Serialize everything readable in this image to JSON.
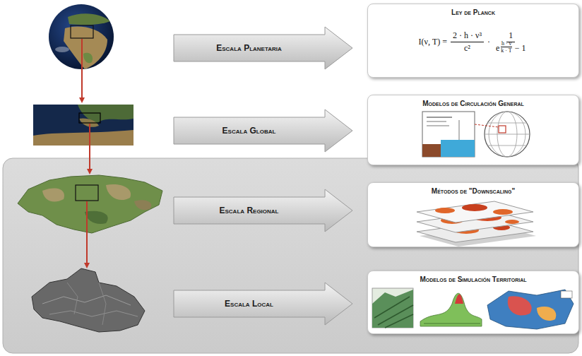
{
  "diagram": {
    "nodes": [
      {
        "text": [
          "Escala Planetaria"
        ]
      },
      {
        "text": [
          "Ley de Planck",
          "I(ν, T) =",
          "2 · h · ν³",
          "c²",
          "·",
          "1",
          "e",
          "h · ν",
          "k · T",
          "− 1"
        ]
      },
      {
        "text": [
          "Escala Global"
        ]
      },
      {
        "text": [
          "Modelos de Circulación General"
        ]
      },
      {
        "text": [
          "Escala Regional"
        ]
      },
      {
        "text": [
          "Métodos de \"Downscaling\""
        ]
      },
      {
        "text": [
          "Escala Local"
        ]
      },
      {
        "text": [
          "Modelos de Simulación Territorial"
        ]
      }
    ]
  }
}
